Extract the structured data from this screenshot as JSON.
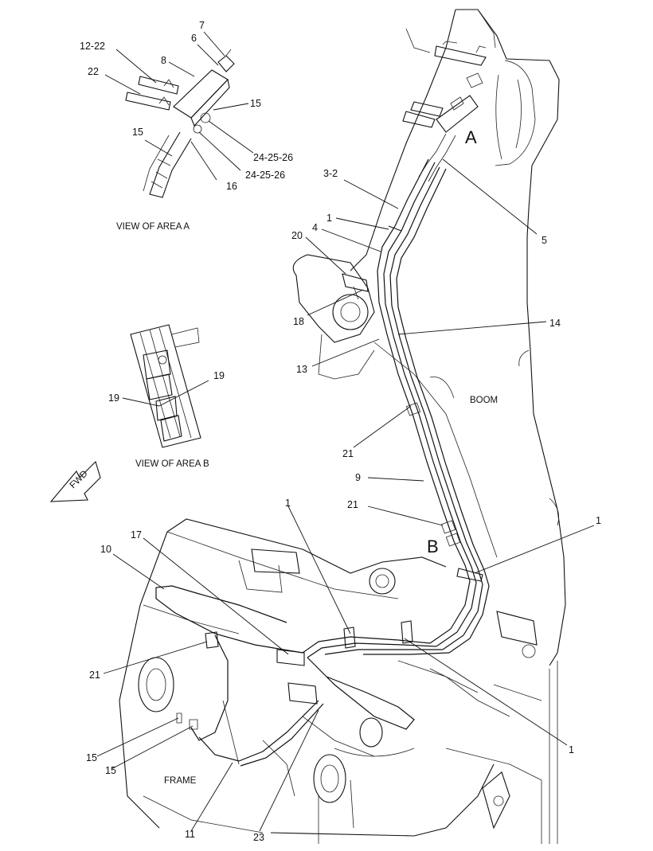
{
  "captions": {
    "view_area_a": "VIEW OF AREA A",
    "view_area_b": "VIEW OF AREA B",
    "boom": "BOOM",
    "frame": "FRAME",
    "fwd": "FWD",
    "area_a_marker": "A",
    "area_b_marker": "B"
  },
  "callouts": {
    "c7": "7",
    "c6": "6",
    "c12_22": "12-22",
    "c8": "8",
    "c22": "22",
    "c15_top": "15",
    "c15_mid": "15",
    "c24_a": "24-25-26",
    "c24_b": "24-25-26",
    "c16": "16",
    "c3_2": "3-2",
    "c5": "5",
    "c1_top": "1",
    "c4": "4",
    "c20": "20",
    "c18": "18",
    "c14": "14",
    "c13": "13",
    "c19_right": "19",
    "c19_left": "19",
    "c21_boom": "21",
    "c9": "9",
    "c21_mid": "21",
    "c1_right": "1",
    "c1_center": "1",
    "c17": "17",
    "c10": "10",
    "c21_left": "21",
    "c1_bottom": "1",
    "c15_low_a": "15",
    "c15_low_b": "15",
    "c11": "11",
    "c23": "23"
  }
}
